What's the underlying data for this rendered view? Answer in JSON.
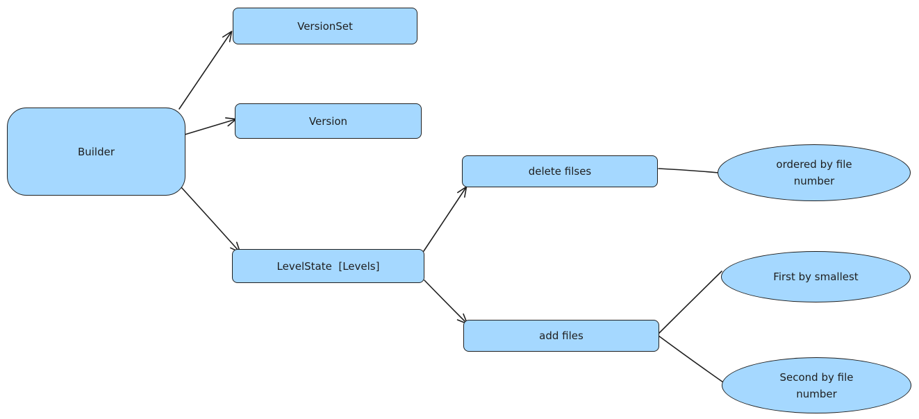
{
  "nodes": {
    "builder": "Builder",
    "version_set": "VersionSet",
    "version": "Version",
    "level_state": "LevelState  [Levels]",
    "delete_files": "delete filses",
    "add_files": "add files",
    "ordered_by_file_number": "ordered by file number",
    "first_by_smallest": "First by smallest",
    "second_by_file_number": "Second by file number"
  },
  "colors": {
    "node_fill": "#a5d8ff",
    "stroke": "#1e1e1e",
    "background": "#ffffff"
  }
}
